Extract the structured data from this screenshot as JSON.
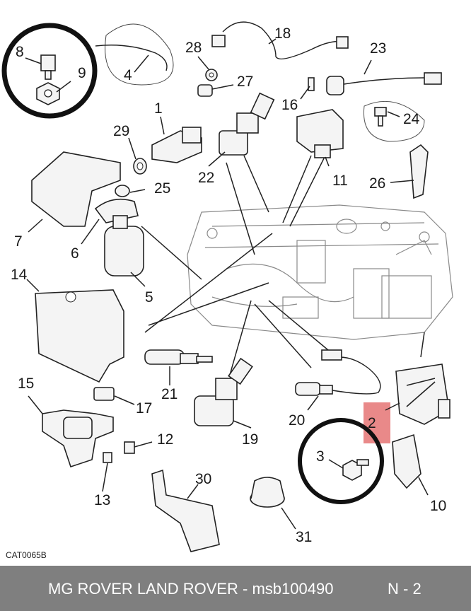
{
  "diagram": {
    "catalog_code": "CAT0065B",
    "callouts": [
      "1",
      "2",
      "3",
      "4",
      "5",
      "6",
      "7",
      "8",
      "9",
      "10",
      "11",
      "12",
      "13",
      "14",
      "15",
      "16",
      "17",
      "18",
      "19",
      "20",
      "21",
      "22",
      "23",
      "24",
      "25",
      "26",
      "27",
      "28",
      "29",
      "30",
      "31"
    ],
    "highlight_color": "#e46b6b"
  },
  "footer": {
    "title": "MG ROVER LAND ROVER - msb100490",
    "page": "N - 2",
    "background": "#7f7f7f"
  }
}
